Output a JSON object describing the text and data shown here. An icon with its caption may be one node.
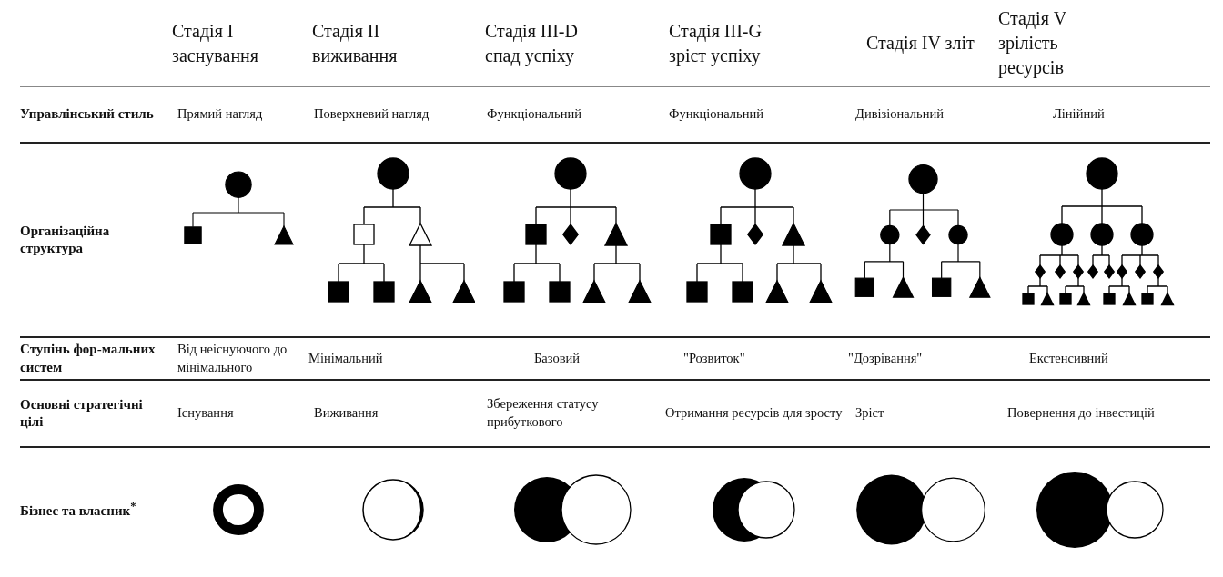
{
  "diagram": {
    "labels": [
      "Стадія I заснування",
      "Стадія II виживання",
      "Стадія III-D спад успіху",
      "Стадія III-G зріст успіху",
      "Стадія IV зліт",
      "Стадія V зрілість ресурсів",
      "Управлінський стиль",
      "Прямий нагляд",
      "Поверхневий нагляд",
      "Функціональний",
      "Функціональний",
      "Дивізіональний",
      "Лінійний",
      "Організаційна структура",
      "Ступінь фор-мальних систем",
      "Від неіснуючого до мінімального",
      "Мінімальний",
      "Базовий",
      "\"Розвиток\"",
      "\"Дозрівання\"",
      "Екстенсивний",
      "Основні стратегічні цілі",
      "Існування",
      "Виживання",
      "Збереження статусу прибуткового",
      "Отримання ресурсів для зросту",
      "Зріст",
      "Повернення до інвестицій",
      "Бізнес та власник$^{*}$"
    ]
  }
}
